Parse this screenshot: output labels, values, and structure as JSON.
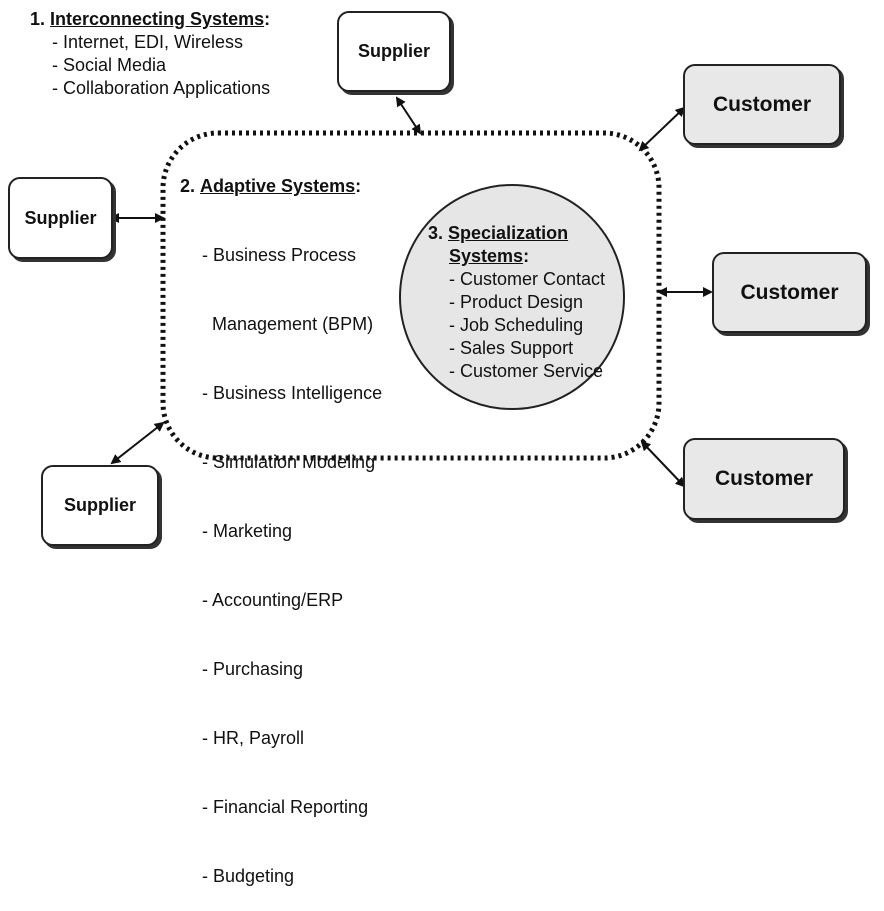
{
  "interconnecting": {
    "number": "1.",
    "title": "Interconnecting Systems",
    "items": [
      "- Internet, EDI, Wireless",
      "- Social Media",
      "- Collaboration Applications"
    ]
  },
  "adaptive": {
    "number": "2.",
    "title": "Adaptive Systems",
    "items": [
      "- Business Process",
      "  Management (BPM)",
      "- Business Intelligence",
      "- Simulation Modeling",
      "- Marketing",
      "- Accounting/ERP",
      "- Purchasing",
      "- HR, Payroll",
      "- Financial Reporting",
      "- Budgeting"
    ]
  },
  "specialization": {
    "number": "3.",
    "title_line1": "Specialization",
    "title_line2": "Systems",
    "items": [
      "- Customer Contact",
      "- Product Design",
      "- Job Scheduling",
      "- Sales Support",
      "- Customer Service"
    ]
  },
  "suppliers": [
    "Supplier",
    "Supplier",
    "Supplier"
  ],
  "customers": [
    "Customer",
    "Customer",
    "Customer"
  ],
  "colors": {
    "customer_fill": "#e8e8e8",
    "circle_fill": "#e6e6e6",
    "line": "#111111"
  }
}
